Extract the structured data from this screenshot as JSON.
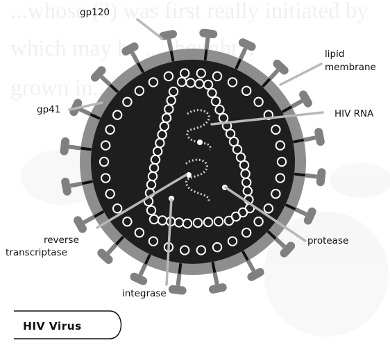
{
  "background_text": [
    "...whose (?) was first really initiated by",
    "which may be ... thought...",
    "grown in..."
  ],
  "labels": {
    "gp120": "gp120",
    "lipid_membrane_1": "lipid",
    "lipid_membrane_2": "membrane",
    "gp41": "gp41",
    "hiv_rna": "HIV RNA",
    "reverse_transcriptase_1": "reverse",
    "reverse_transcriptase_2": "transcriptase",
    "protease": "protease",
    "integrase": "integrase"
  },
  "caption": "HIV Virus",
  "colors": {
    "envelope": "#8e8e8e",
    "core": "#1e1e1e",
    "spike": "#808080",
    "capsid_ring": "#ffffff",
    "leader_line": "#b8b8b8"
  }
}
